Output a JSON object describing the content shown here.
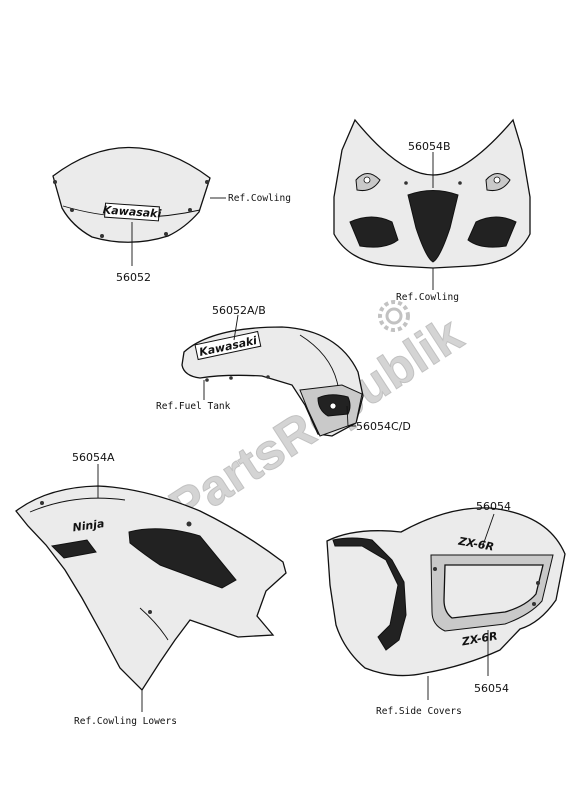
{
  "watermark": {
    "text": "PartsRepublik",
    "color": "#d4d4d4",
    "icon": "gear-icon"
  },
  "windshield": {
    "part_number": "56052",
    "decal_text": "Kawasaki",
    "ref_label": "Ref.Cowling"
  },
  "upper_cowling": {
    "part_number": "56054B",
    "ref_label": "Ref.Cowling"
  },
  "fuel_tank": {
    "part_number": "56052A/B",
    "decal_text": "Kawasaki",
    "ref_label": "Ref.Fuel Tank",
    "side_part_number": "56054C/D"
  },
  "side_cowling": {
    "part_number": "56054A",
    "decal_text": "Ninja",
    "ref_label": "Ref.Cowling Lowers"
  },
  "tail_cover": {
    "part_number_top": "56054",
    "part_number_bottom": "56054",
    "decal_text": "ZX-6R",
    "ref_label": "Ref.Side Covers"
  }
}
